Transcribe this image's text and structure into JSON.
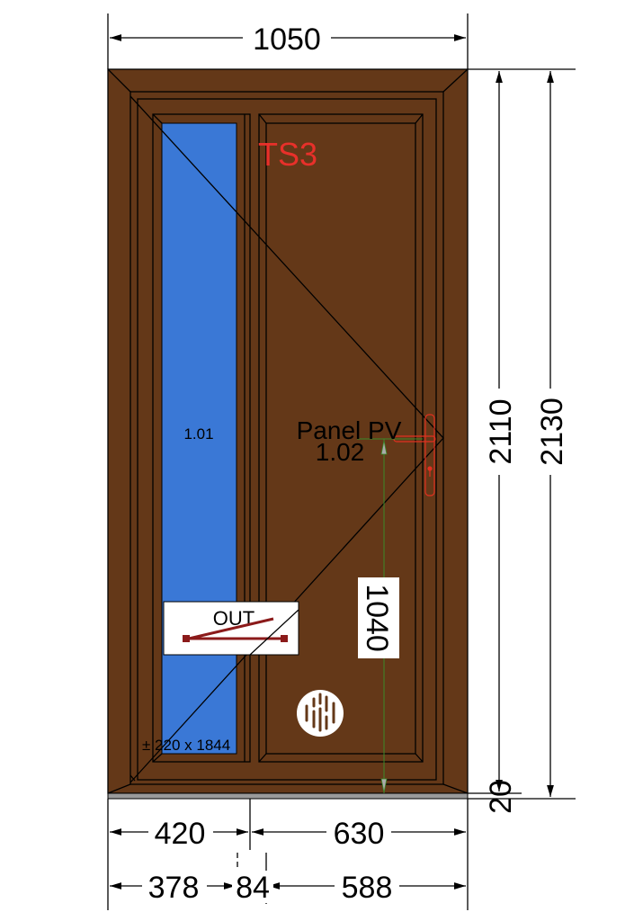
{
  "drawing": {
    "type_label": "TS3",
    "sidelight_label": "1.01",
    "panel_label": "Panel PV",
    "panel_number": "1.02",
    "glass_size": "± 220 x 1844",
    "opening_direction": "OUT",
    "handle_height": "1040"
  },
  "dimensions": {
    "overall_width": "1050",
    "frame_height": "2110",
    "overall_height": "2130",
    "threshold": "20",
    "sidelight_width": "420",
    "door_width": "630",
    "sidelight_glass": "378",
    "mullion": "84",
    "door_leaf": "588"
  },
  "colors": {
    "frame": "#643818",
    "glass": "#3a78d6",
    "label_red": "#e8302a",
    "handle": "#e03020",
    "dim_green": "#3a8a2a",
    "threshold": "#9a9a9a"
  }
}
